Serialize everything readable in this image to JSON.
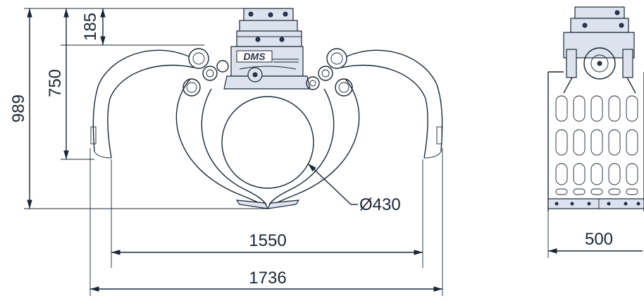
{
  "dimensions": {
    "total_height": "989",
    "arm_height": "750",
    "head_height": "185",
    "log_diameter": "Ø430",
    "open_inner_width": "1550",
    "open_outer_width": "1736",
    "side_width": "500"
  },
  "logo_text": "DMS",
  "colors": {
    "line": "#1a2733",
    "body_fill": "#dde3ee",
    "dark_fill": "#2a3550",
    "background": "#ffffff"
  }
}
